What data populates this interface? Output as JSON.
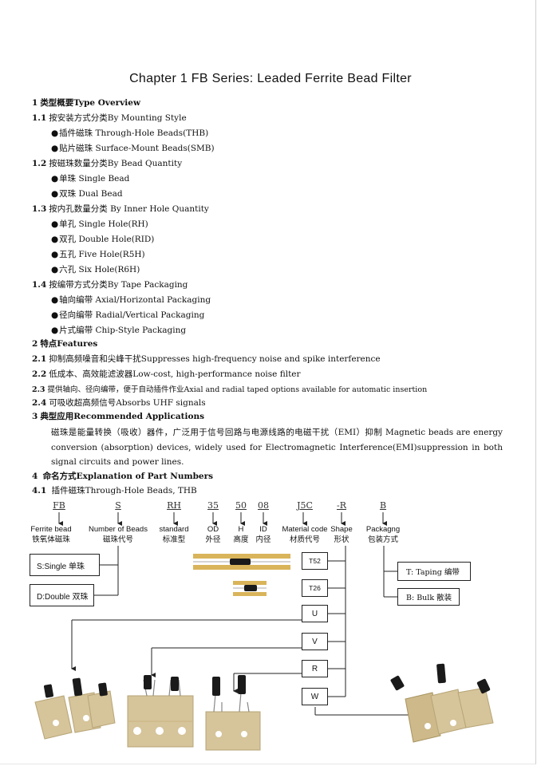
{
  "title": "Chapter 1 FB Series:  Leaded Ferrite Bead Filter",
  "lines": [
    {
      "num": "1",
      "text": "类型概要Type Overview",
      "bold": true
    },
    {
      "num": "1.1",
      "text": "按安装方式分类By Mounting Style"
    },
    {
      "text": "插件磁珠 Through-Hole Beads(THB)",
      "bullet": true
    },
    {
      "text": "贴片磁珠 Surface-Mount Beads(SMB)",
      "bullet": true
    },
    {
      "num": "1.2",
      "text": "按磁珠数量分类By Bead Quantity"
    },
    {
      "text": "单珠 Single Bead",
      "bullet": true
    },
    {
      "text": "双珠 Dual Bead",
      "bullet": true
    },
    {
      "num": "1.3",
      "text": "按内孔数量分类 By Inner Hole Quantity"
    },
    {
      "text": "单孔 Single Hole(RH)",
      "bullet": true
    },
    {
      "text": "双孔 Double Hole(RID)",
      "bullet": true
    },
    {
      "text": "五孔 Five Hole(R5H)",
      "bullet": true
    },
    {
      "text": "六孔 Six Hole(R6H)",
      "bullet": true
    },
    {
      "num": "1.4",
      "text": "按编带方式分类By Tape Packaging"
    },
    {
      "text": "轴向编带 Axial/Horizontal Packaging",
      "bullet": true
    },
    {
      "text": "径向编带 Radial/Vertical Packaging",
      "bullet": true
    },
    {
      "text": "片式编带 Chip-Style Packaging",
      "bullet": true
    },
    {
      "num": "2",
      "text": "特点Features",
      "bold": true
    },
    {
      "num": "2.1",
      "text": "抑制高频噪音和尖峰干扰Suppresses high-frequency noise and spike interference"
    },
    {
      "num": "2.2",
      "text": "低成本、高效能滤波器Low-cost, high-performance noise filter"
    },
    {
      "num": "2.3",
      "text": "提供轴向、径向编带，便于自动插件作业Axial and radial taped options available for automatic insertion",
      "small": true
    },
    {
      "num": "2.4",
      "text": "可吸收超高频信号Absorbs UHF signals"
    },
    {
      "num": "3",
      "text": "典型应用Recommended Applications",
      "bold": true
    }
  ],
  "paragraph": "磁珠是能量转换（吸收）器件，广泛用于信号回路与电源线路的电磁干扰（EMI）抑制  Magnetic beads are energy conversion (absorption) devices, widely used for Electromagnetic Interference(EMI)suppression in both signal circuits and power lines.",
  "section4": {
    "num": "4",
    "text": "命名方式Explanation of Part Numbers"
  },
  "section41": {
    "num": "4.1",
    "text": "插件磁珠Through-Hole Beads, THB"
  },
  "codes": [
    "FB",
    "S",
    "RH",
    "35",
    "50",
    "08",
    "J5C",
    "-R",
    "B"
  ],
  "labels": [
    {
      "en": "Ferrite bead",
      "cn": "铁氧体磁珠"
    },
    {
      "en": "Number of Beads",
      "cn": "磁珠代号"
    },
    {
      "en": "standard",
      "cn": "标准型"
    },
    {
      "en": "OD",
      "cn": "外径"
    },
    {
      "en": "H",
      "cn": "高度"
    },
    {
      "en": "ID",
      "cn": "内径"
    },
    {
      "en": "Material code",
      "cn": "材质代号"
    },
    {
      "en": "Shape",
      "cn": "形状"
    },
    {
      "en": "Packagng",
      "cn": "包装方式"
    }
  ],
  "beads": [
    "S:Single 单珠",
    "D:Double 双珠"
  ],
  "shapes": [
    "T52",
    "T26",
    "U",
    "V",
    "R",
    "W"
  ],
  "packaging": [
    "T: Taping 编带",
    "B: Bulk 散装"
  ],
  "colors": {
    "text": "#111111",
    "line": "#222222",
    "tan": "#d9c89a",
    "ferrite": "#1a1a1a"
  }
}
